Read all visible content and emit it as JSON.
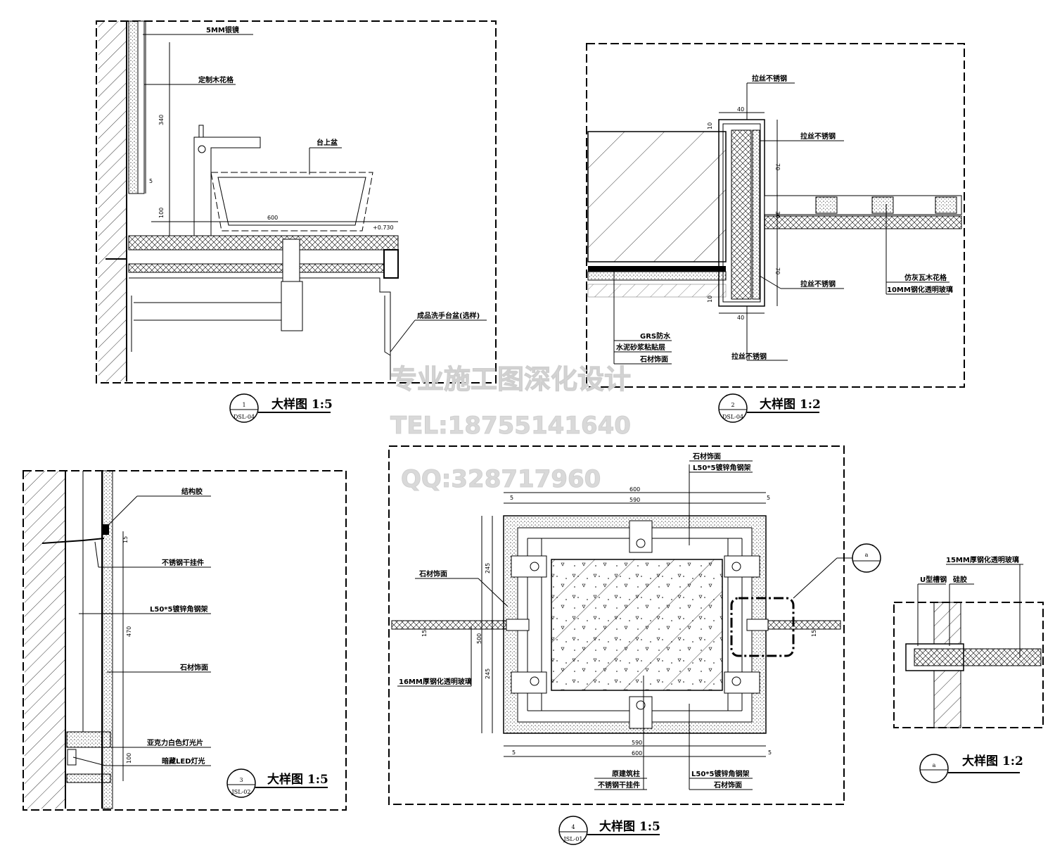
{
  "details": [
    {
      "id": "d1",
      "bubble_num": "1",
      "bubble_ref": "DSL-04",
      "title": "大样图 1:5",
      "labels": [
        "5MM银镜",
        "定制木花格",
        "台上盆",
        "成品洗手台盆(选样)"
      ],
      "dims": [
        "340",
        "5",
        "100",
        "600",
        "+0.730"
      ]
    },
    {
      "id": "d2",
      "bubble_num": "2",
      "bubble_ref": "DSL-04",
      "title": "大样图 1:2",
      "labels": [
        "拉丝不锈钢",
        "拉丝不锈钢",
        "拉丝不锈钢",
        "拉丝不锈钢",
        "仿灰瓦木花格",
        "10MM钢化透明玻璃",
        "GRS防水",
        "水泥砂浆粘贴层",
        "石材饰面"
      ],
      "dims": [
        "40",
        "10",
        "70",
        "30",
        "70",
        "10",
        "40"
      ]
    },
    {
      "id": "d3",
      "bubble_num": "3",
      "bubble_ref": "JSL-02",
      "title": "大样图 1:5",
      "labels": [
        "结构胶",
        "不锈钢干挂件",
        "L50*5镀锌角钢架",
        "石材饰面",
        "亚克力白色灯光片",
        "暗藏LED灯光"
      ],
      "dims": [
        "15",
        "470",
        "100"
      ]
    },
    {
      "id": "d4",
      "bubble_num": "4",
      "bubble_ref": "JSL-01",
      "title": "大样图 1:5",
      "labels": [
        "石材饰面",
        "L50*5镀锌角钢架",
        "石材饰面",
        "16MM厚钢化透明玻璃",
        "原建筑柱",
        "不锈钢干挂件",
        "L50*5镀锌角钢架",
        "石材饰面"
      ],
      "dims": [
        "600",
        "590",
        "5",
        "5",
        "245",
        "500",
        "245",
        "590",
        "600",
        "15",
        "15",
        "5",
        "5"
      ]
    },
    {
      "id": "da",
      "bubble_num": "a",
      "bubble_ref": "",
      "title": "大样图 1:2",
      "labels": [
        "15MM厚钢化透明玻璃",
        "U型槽钢",
        "硅胶"
      ]
    }
  ],
  "callout_a": "a",
  "watermark": [
    "专业施工图深化设计",
    "TEL:18755141640",
    "QQ:328717960"
  ],
  "colors": {
    "ink": "#000000",
    "watermark": "#d9d9d9"
  }
}
